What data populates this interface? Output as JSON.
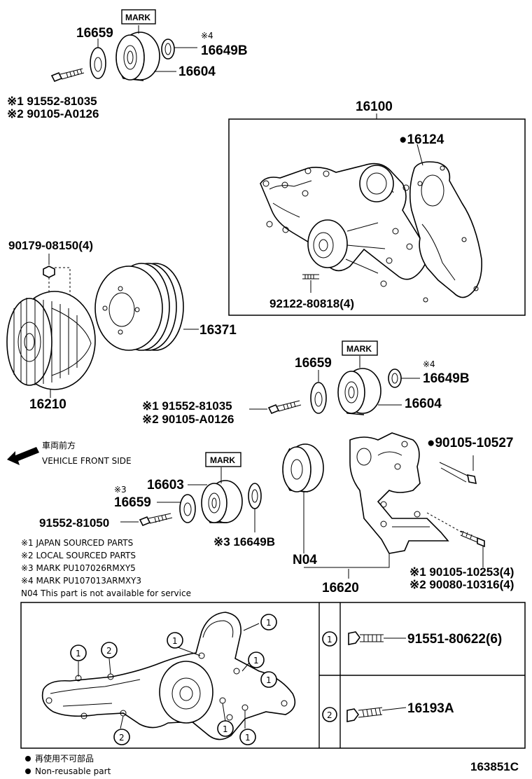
{
  "top_assembly": {
    "washer": "16659",
    "mark": "MARK",
    "note_ref": "※4",
    "cover": "16649B",
    "pulley": "16604",
    "bolt_1": "※1 91552-81035",
    "bolt_2": "※2 90105-A0126"
  },
  "water_pump": {
    "assembly": "16100",
    "gasket": "●16124",
    "stud": "92122-80818(4)"
  },
  "fan": {
    "nut": "90179-08150(4)",
    "pulley": "16371",
    "clutch": "16210"
  },
  "mid_assembly": {
    "mark": "MARK",
    "washer": "16659",
    "note_ref": "※4",
    "cover": "16649B",
    "pulley": "16604",
    "bolt_1": "※1 91552-81035",
    "bolt_2": "※2 90105-A0126"
  },
  "direction": {
    "jp": "車両前方",
    "en": "VEHICLE FRONT SIDE"
  },
  "tensioner": {
    "mark": "MARK",
    "pulley": "16603",
    "note_ref": "※3",
    "washer": "16659",
    "bolt": "91552-81050",
    "cover": "※3 16649B",
    "bracket_bolt": "●90105-10527",
    "n04": "N04",
    "assembly": "16620",
    "bolt_1": "※1 90105-10253(4)",
    "bolt_2": "※2 90080-10316(4)"
  },
  "notes": [
    "※1 JAPAN SOURCED PARTS",
    "※2 LOCAL SOURCED PARTS",
    "※3 MARK PU107026RMXY5",
    "※4 MARK PU107013ARMXY3",
    "N04  This part is not available for service"
  ],
  "table": {
    "row1_ref": "1",
    "row1_part": "91551-80622(6)",
    "row2_ref": "2",
    "row2_part": "16193A",
    "callout_1": "1",
    "callout_2": "2"
  },
  "legend": {
    "jp": "再使用不可部品",
    "en": "Non-reusable part"
  },
  "diagram_id": "163851C"
}
